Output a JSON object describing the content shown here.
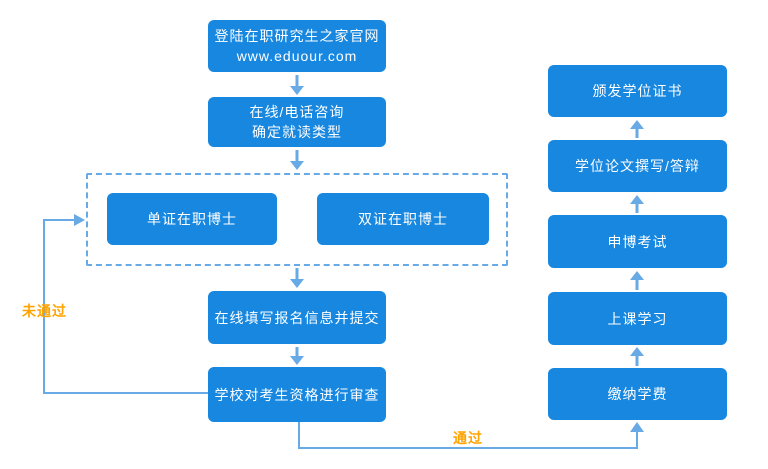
{
  "diagram": {
    "nodes": {
      "login": {
        "line1": "登陆在职研究生之家官网",
        "line2": "www.eduour.com"
      },
      "consult": {
        "line1": "在线/电话咨询",
        "line2": "确定就读类型"
      },
      "single_cert": {
        "label": "单证在职博士"
      },
      "double_cert": {
        "label": "双证在职博士"
      },
      "apply": {
        "label": "在线填写报名信息并提交"
      },
      "review": {
        "label": "学校对考生资格进行审查"
      },
      "tuition": {
        "label": "缴纳学费"
      },
      "class_study": {
        "label": "上课学习"
      },
      "exam": {
        "label": "申博考试"
      },
      "thesis": {
        "label": "学位论文撰写/答辩"
      },
      "certificate": {
        "label": "颁发学位证书"
      }
    },
    "edge_labels": {
      "fail": "未通过",
      "pass": "通过"
    },
    "colors": {
      "node_fill": "#1787E0",
      "connector": "#67AAE5",
      "edge_label": "#FFA300",
      "node_text": "#FFFFFF"
    }
  }
}
